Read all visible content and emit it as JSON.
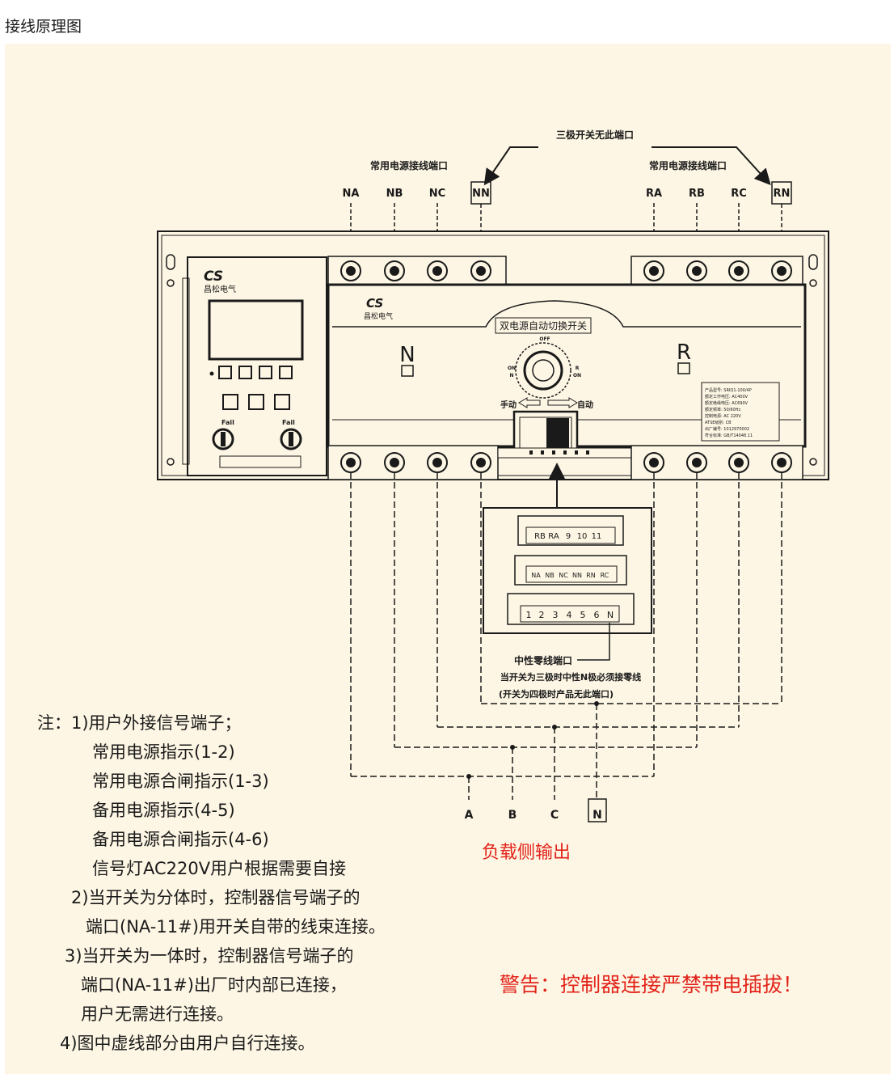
{
  "page": {
    "title": "接线原理图"
  },
  "diagram": {
    "top_annotation": "三极开关无此端口",
    "normal_port_label": "常用电源接线端口",
    "backup_port_label": "常用电源接线端口",
    "normal_terminals": [
      "NA",
      "NB",
      "NC",
      "NN"
    ],
    "backup_terminals": [
      "RA",
      "RB",
      "RC",
      "RN"
    ],
    "controller": {
      "brand": "昌松电气",
      "logo": "CS",
      "btn_left": "Fail",
      "btn_right": "Fail"
    },
    "switch": {
      "brand": "昌松电气",
      "logo": "CS",
      "title": "双电源自动切换开关",
      "n_label": "N",
      "r_label": "R",
      "knob_off": "OFF",
      "knob_on_n": "ON\nN",
      "knob_on_r": "R\nON",
      "manual": "手动",
      "auto": "自动",
      "nameplate": [
        "产品型号: SRIQ1-100/4P",
        "额定工作电压: AC400V",
        "额定绝缘电压: AC690V",
        "额定频率: 50/60Hz",
        "控制电源: AC 220V",
        "ATSE级别: CB",
        "出厂编号: 1012970002",
        "符合标准: GB/T14048.11"
      ]
    },
    "signal_block": {
      "row1": [
        "RB",
        "RA",
        "9",
        "10",
        "11"
      ],
      "row2": [
        "NA",
        "NB",
        "NC",
        "NN",
        "RN",
        "RC"
      ],
      "row3": [
        "1",
        "2",
        "3",
        "4",
        "5",
        "6",
        "N"
      ]
    },
    "neutral_port": "中性零线端口",
    "neutral_note1": "当开关为三极时中性N极必须接零线",
    "neutral_note2": "(开关为四极时产品无此端口)",
    "outputs": [
      "A",
      "B",
      "C",
      "N"
    ],
    "load_output": "负载侧输出"
  },
  "notes": {
    "lines": [
      "注：1)用户外接信号端子；",
      "常用电源指示(1-2)",
      "常用电源合闸指示(1-3)",
      "备用电源指示(4-5)",
      "备用电源合闸指示(4-6)",
      "信号灯AC220V用户根据需要自接",
      "2)当开关为分体时，控制器信号端子的",
      "端口(NA-11#)用开关自带的线束连接。",
      "3)当开关为一体时，控制器信号端子的",
      "端口(NA-11#)出厂时内部已连接，",
      "用户无需进行连接。",
      "4)图中虚线部分由用户自行连接。"
    ]
  },
  "warning": "警告：控制器连接严禁带电插拔！",
  "colors": {
    "background": "#fdf6e4",
    "warning": "#e2231a",
    "line": "#1a1a1a"
  }
}
